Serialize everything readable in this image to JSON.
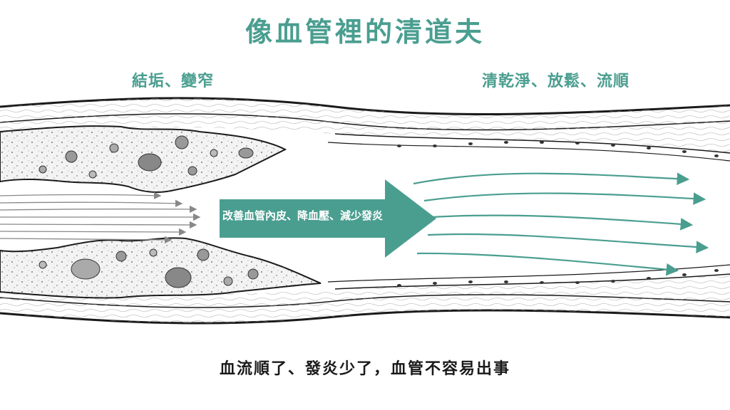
{
  "title": "像血管裡的清道夫",
  "label_left": "結垢、變窄",
  "label_right": "清乾淨、放鬆、流順",
  "arrow_text": "改善血管內皮、降血壓、減少發炎",
  "caption": "血流順了、發炎少了，血管不容易出事",
  "colors": {
    "accent": "#4a9e90",
    "ink": "#1a1a1a",
    "plaque": "#f4f4f4",
    "wall": "#fafafa"
  }
}
